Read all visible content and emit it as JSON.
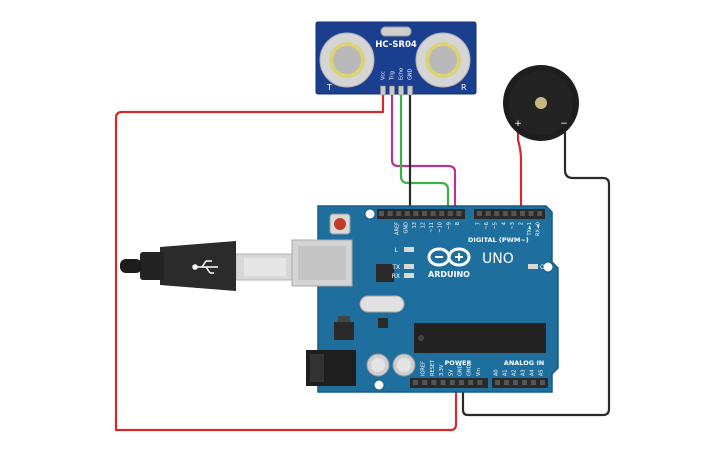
{
  "sensor": {
    "model": "HC-SR04",
    "left_mark": "T",
    "right_mark": "R",
    "pins": [
      "Vcc",
      "Trig",
      "Echo",
      "GND"
    ]
  },
  "buzzer": {
    "plus": "+",
    "minus": "−"
  },
  "arduino": {
    "brand": "ARDUINO",
    "model": "UNO",
    "on_label": "ON",
    "led_l": "L",
    "led_tx": "TX",
    "led_rx": "RX",
    "digital_label": "DIGITAL (PWM~)",
    "power_label": "POWER",
    "analog_label": "ANALOG IN",
    "digital_pins": [
      "AREF",
      "GND",
      "13",
      "12",
      "~11",
      "~10",
      "~9",
      "8",
      "7",
      "~6",
      "~5",
      "4",
      "~3",
      "2",
      "TX►1",
      "RX◄0"
    ],
    "power_pins": [
      "IOREF",
      "RESET",
      "3.3V",
      "5V",
      "GND",
      "GND",
      "Vin"
    ],
    "analog_pins": [
      "A0",
      "A1",
      "A2",
      "A3",
      "A4",
      "A5"
    ]
  },
  "colors": {
    "board": "#1f6f9e",
    "board_edge": "#175c85",
    "sensor_pcb": "#1a3f8f",
    "wire_red": "#d42a2a",
    "wire_black": "#2a2a2a",
    "wire_green": "#3fae49",
    "wire_magenta": "#b5358f"
  }
}
